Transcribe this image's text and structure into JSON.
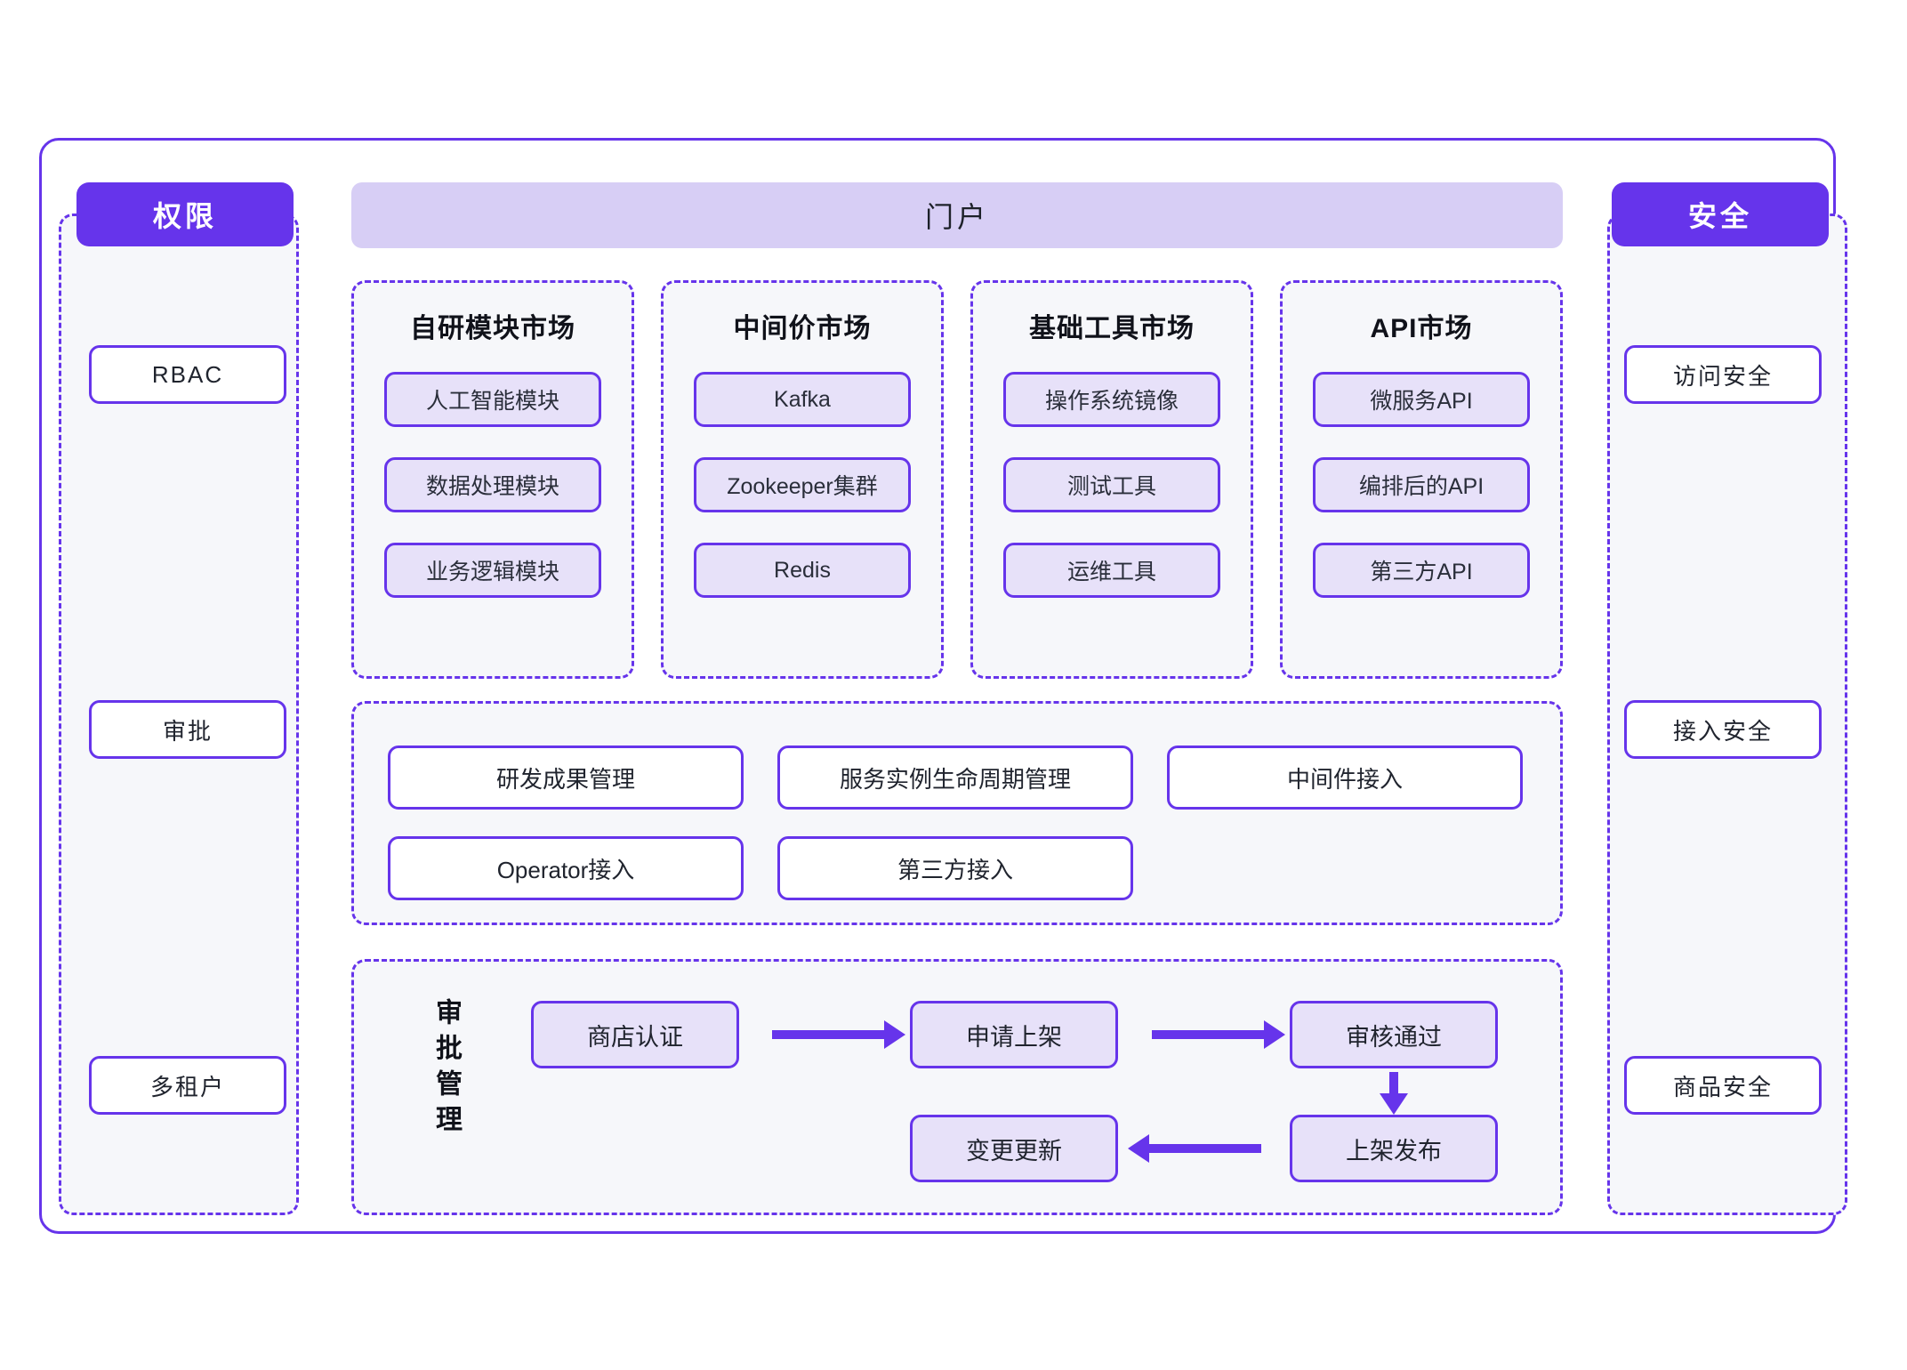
{
  "left_column": {
    "header": "权限",
    "items": [
      {
        "label": "RBAC"
      },
      {
        "label": "审批"
      },
      {
        "label": "多租户"
      }
    ]
  },
  "right_column": {
    "header": "安全",
    "items": [
      {
        "label": "访问安全"
      },
      {
        "label": "接入安全"
      },
      {
        "label": "商品安全"
      }
    ]
  },
  "portal": {
    "title": "门户"
  },
  "markets": [
    {
      "title": "自研模块市场",
      "items": [
        "人工智能模块",
        "数据处理模块",
        "业务逻辑模块"
      ]
    },
    {
      "title": "中间价市场",
      "items": [
        "Kafka",
        "Zookeeper集群",
        "Redis"
      ]
    },
    {
      "title": "基础工具市场",
      "items": [
        "操作系统镜像",
        "测试工具",
        "运维工具"
      ]
    },
    {
      "title": "API市场",
      "items": [
        "微服务API",
        "编排后的API",
        "第三方API"
      ]
    }
  ],
  "capabilities": {
    "row1": [
      "研发成果管理",
      "服务实例生命周期管理",
      "中间件接入"
    ],
    "row2": [
      "Operator接入",
      "第三方接入"
    ]
  },
  "approval_flow": {
    "label": "审批管理",
    "steps": [
      "商店认证",
      "申请上架",
      "审核通过",
      "上架发布",
      "变更更新"
    ]
  },
  "colors": {
    "accent": "#6634eb",
    "panel_bg": "#f6f7fa",
    "chip_fill": "#e7e1f9",
    "banner_fill": "#d7cef5",
    "white": "#ffffff"
  }
}
